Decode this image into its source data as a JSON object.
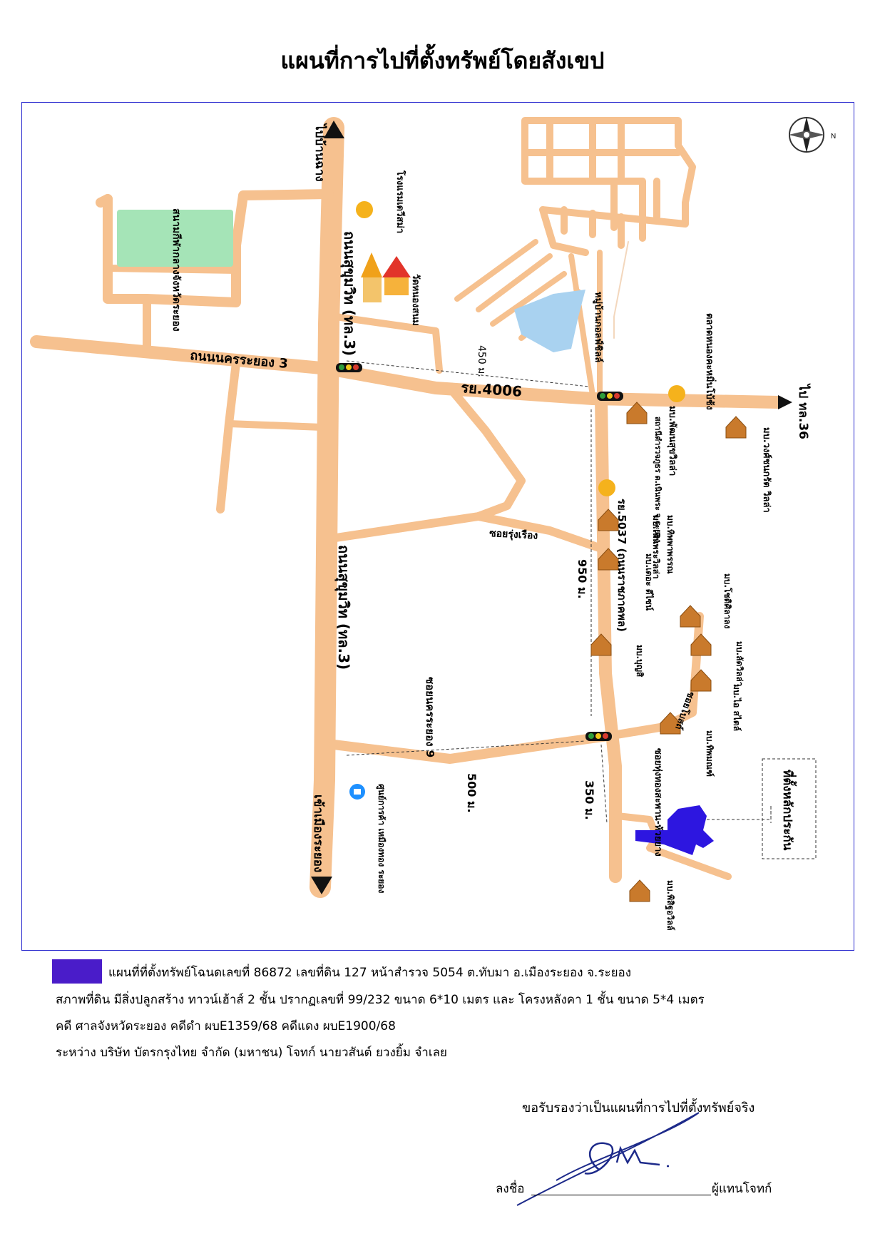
{
  "title": "แผนที่การไปที่ตั้งทรัพย์โดยสังเขป",
  "colors": {
    "road": "#f6c18f",
    "border": "#2c2ccf",
    "park": "#a5e4b7",
    "water": "#a9d2f0",
    "property": "#2d16e0",
    "legend_swatch": "#4a1cc9",
    "dot": "#f5b21c"
  },
  "map": {
    "compass_label": "N",
    "roads": {
      "sukhumvit_upper": "ถนนสุขุมวิท (ทล.3)",
      "sukhumvit_lower": "ถนนสุขุมวิท (ทล.3)",
      "nakhon_rayong_3": "ถนนนครระยอง 3",
      "ry_4006": "รย.4006",
      "ry_5037": "รย.5037 (ถนนราชภาคพล)",
      "soi_rung_rueang": "ซอยรุ่งเรือง",
      "soi_nakhon_rayong_9": "ซอยนครระยอง 9",
      "soi_lower_right": "ซอยทุ่งทองสะพาน-ห้วยยาง",
      "soi_small": "ซอยโบสถ์"
    },
    "directions": {
      "to_ban_chang": "ไปบ้านฉาง",
      "to_city": "เข้าเมืองระยอง",
      "to_tl36": "ไป ทล.36"
    },
    "distances": {
      "d450": "450 ม.",
      "d950": "950 ม.",
      "d500": "500 ม.",
      "d350": "350 ม."
    },
    "places": {
      "stadium": "สนามกีฬากลางจังหวัดระยอง",
      "hotel": "โรงแรมเดวีสม่า",
      "temple": "วัดหนองสนม",
      "village_lake": "หมู่บ้านกอลฟ์ชิลล์",
      "market": "ตลาดหนองคะหมิ่นโบ้ช้ง",
      "vill_1": "มบ.พัฒนสุขวิลล่า",
      "police": "สถานีตำรวจภูธร ต.เนินพระ จ.ระยอง",
      "vill_2": "มบ.วงศ์ชนกรัต วิลล่า",
      "vill_3": "มบ.ทิพพาพรรณ",
      "vill_4": "มบ.เนินพระวิลล่า",
      "vill_5": "มบ.เดอะ ดีไซน์",
      "vill_6": "มบ.บุญสิ",
      "vill_7": "มบ.โชติศิลาลง",
      "vill_8": "มบ.ลัดวิลล่า",
      "vill_9": "มบ.ไอ สไตล์",
      "vill_10": "มบ.ทิพมณฑ์",
      "vill_11": "มบ.พิสิฐอวิลล์",
      "bank": "ศูนย์การค้า เหมืองทอง ระยอง",
      "property_label": "ที่ตั้งหลักประกัน"
    }
  },
  "legend": {
    "line1": "แผนที่ที่ตั้งทรัพย์โฉนดเลขที่ 86872 เลขที่ดิน 127 หน้าสำรวจ 5054 ต.ทับมา อ.เมืองระยอง จ.ระยอง",
    "line2": "สภาพที่ดิน มีสิ่งปลูกสร้าง  ทาวน์เฮ้าส์ 2 ชั้น ปรากฏเลขที่ 99/232  ขนาด 6*10 เมตร และ โครงหลังคา 1 ชั้น  ขนาด 5*4  เมตร",
    "line3": "คดี ศาลจังหวัดระยอง คดีดำ ผบE1359/68  คดีแดง ผบE1900/68",
    "line4": "ระหว่าง บริษัท บัตรกรุงไทย จำกัด (มหาชน)  โจทก์   นายวสันต์ ยวงยิ้ม   จำเลย"
  },
  "certify": "ขอรับรองว่าเป็นแผนที่การไปที่ตั้งทรัพย์จริง",
  "sign_label": "ลงชื่อ",
  "sign_role": "ผู้แทนโจทก์"
}
